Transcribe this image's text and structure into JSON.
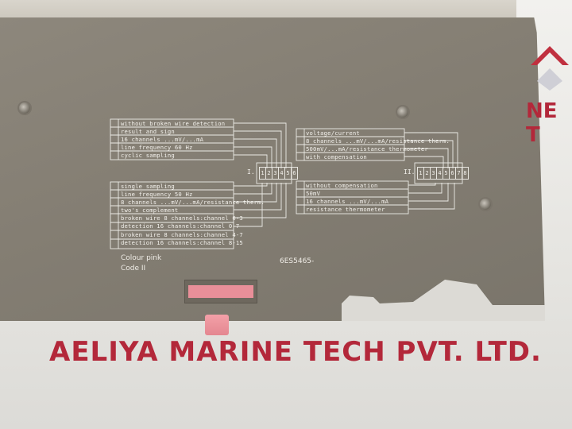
{
  "colors": {
    "plate": "#847e73",
    "print": "#f3f1ec",
    "watermark": "#b3283a",
    "connector": "#e98f99"
  },
  "panel_left_top": [
    "without broken wire detection",
    "result and sign",
    "16 channels ...mV/...mA",
    "line frequency 60 Hz",
    "cyclic sampling"
  ],
  "panel_left_bottom": [
    "single sampling",
    "line frequency 50 Hz",
    "8 channels ...mV/...mA/resistance therm.",
    "two's complement",
    "broken wire   8 channels:channel 0-3",
    "detection   16 channels:channel 0-7",
    "broken wire   8 channels:channel 4-7",
    "detection   16 channels:channel 8-15"
  ],
  "panel_right_top": [
    "voltage/current",
    "8 channels ...mV/...mA/resistance therm.",
    "500mV/...mA/resistance thermometer",
    "with compensation"
  ],
  "panel_right_bottom": [
    "without compensation",
    "50mV",
    "16 channels ...mV/...mA",
    "resistance thermometer"
  ],
  "switch_left": {
    "label": "I.",
    "positions": [
      "1",
      "2",
      "3",
      "4",
      "5",
      "6"
    ]
  },
  "switch_right": {
    "label": "II.",
    "positions": [
      "1",
      "2",
      "3",
      "4",
      "5",
      "6",
      "7",
      "8"
    ]
  },
  "colour_note": "Colour pink",
  "code_note": "Code II",
  "part_number": "6ES5465-",
  "watermark": "AELIYA MARINE TECH PVT. LTD.",
  "watermark_right_partial": "NE T"
}
